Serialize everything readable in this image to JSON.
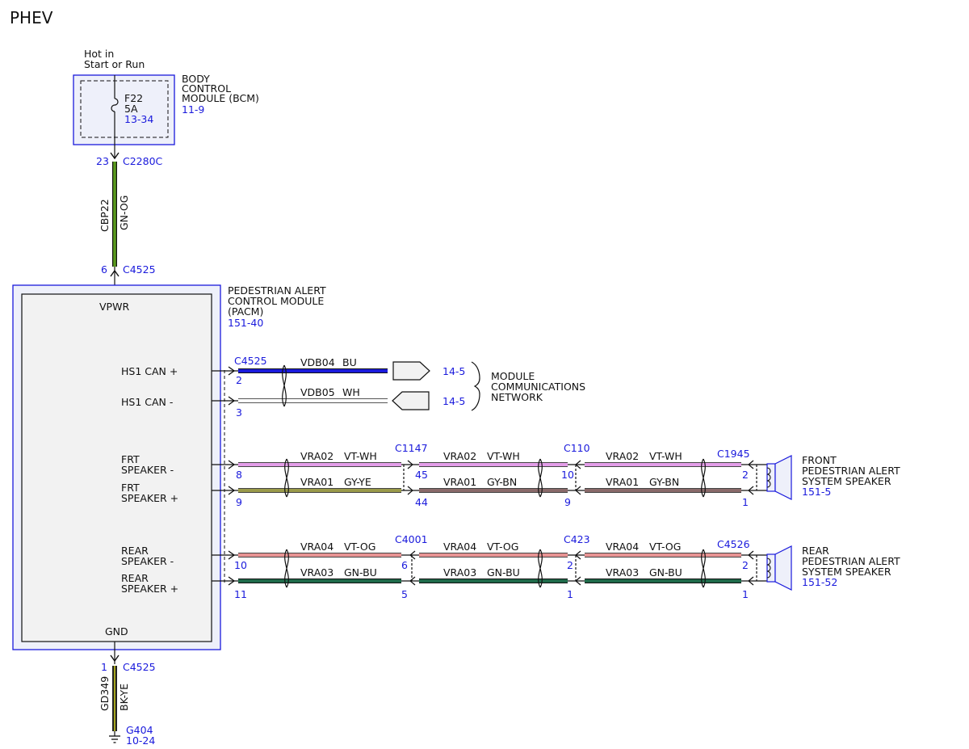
{
  "title": "PHEV",
  "bcm": {
    "power_line1": "Hot in",
    "power_line2": "Start or Run",
    "name_line1": "BODY",
    "name_line2": "CONTROL",
    "name_line3": "MODULE (BCM)",
    "ref": "11-9",
    "fuse_id": "F22",
    "fuse_rating": "5A",
    "fuse_ref": "13-34"
  },
  "power_wire": {
    "top_pin": "23",
    "top_connector": "C2280C",
    "circuit": "CBP22",
    "color": "GN-OG",
    "bottom_pin": "6",
    "bottom_connector": "C4525"
  },
  "pacm": {
    "name_line1": "PEDESTRIAN ALERT",
    "name_line2": "CONTROL MODULE",
    "name_line3": "(PACM)",
    "ref": "151-40",
    "vpwr": "VPWR",
    "gnd": "GND",
    "hs1_can_plus": "HS1 CAN +",
    "hs1_can_minus": "HS1 CAN -",
    "frt_spk_minus_1": "FRT",
    "frt_spk_minus_2": "SPEAKER -",
    "frt_spk_plus_1": "FRT",
    "frt_spk_plus_2": "SPEAKER +",
    "rear_spk_minus_1": "REAR",
    "rear_spk_minus_2": "SPEAKER -",
    "rear_spk_plus_1": "REAR",
    "rear_spk_plus_2": "SPEAKER +"
  },
  "can": {
    "connector": "C4525",
    "pin_plus": "2",
    "pin_minus": "3",
    "circuit_plus": "VDB04",
    "color_plus": "BU",
    "circuit_minus": "VDB05",
    "color_minus": "WH",
    "ref_plus": "14-5",
    "ref_minus": "14-5",
    "network_line1": "MODULE",
    "network_line2": "COMMUNICATIONS",
    "network_line3": "NETWORK"
  },
  "front": {
    "pin_minus_pacm": "8",
    "pin_plus_pacm": "9",
    "seg1_minus_circuit": "VRA02",
    "seg1_minus_color": "VT-WH",
    "seg1_plus_circuit": "VRA01",
    "seg1_plus_color": "GY-YE",
    "conn1": "C1147",
    "conn1_pin_minus": "45",
    "conn1_pin_plus": "44",
    "seg2_minus_circuit": "VRA02",
    "seg2_minus_color": "VT-WH",
    "seg2_plus_circuit": "VRA01",
    "seg2_plus_color": "GY-BN",
    "conn2": "C110",
    "conn2_pin_minus": "10",
    "conn2_pin_plus": "9",
    "seg3_minus_circuit": "VRA02",
    "seg3_minus_color": "VT-WH",
    "seg3_plus_circuit": "VRA01",
    "seg3_plus_color": "GY-BN",
    "conn3": "C1945",
    "conn3_pin_minus": "2",
    "conn3_pin_plus": "1",
    "speaker_line1": "FRONT",
    "speaker_line2": "PEDESTRIAN ALERT",
    "speaker_line3": "SYSTEM SPEAKER",
    "speaker_ref": "151-5"
  },
  "rear": {
    "pin_minus_pacm": "10",
    "pin_plus_pacm": "11",
    "seg1_minus_circuit": "VRA04",
    "seg1_minus_color": "VT-OG",
    "seg1_plus_circuit": "VRA03",
    "seg1_plus_color": "GN-BU",
    "conn1": "C4001",
    "conn1_pin_minus": "6",
    "conn1_pin_plus": "5",
    "seg2_minus_circuit": "VRA04",
    "seg2_minus_color": "VT-OG",
    "seg2_plus_circuit": "VRA03",
    "seg2_plus_color": "GN-BU",
    "conn2": "C423",
    "conn2_pin_minus": "2",
    "conn2_pin_plus": "1",
    "seg3_minus_circuit": "VRA04",
    "seg3_minus_color": "VT-OG",
    "seg3_plus_circuit": "VRA03",
    "seg3_plus_color": "GN-BU",
    "conn3": "C4526",
    "conn3_pin_minus": "2",
    "conn3_pin_plus": "1",
    "speaker_line1": "REAR",
    "speaker_line2": "PEDESTRIAN ALERT",
    "speaker_line3": "SYSTEM SPEAKER",
    "speaker_ref": "151-52"
  },
  "ground": {
    "pin": "1",
    "connector": "C4525",
    "circuit": "GD349",
    "color": "BK-YE",
    "ground_id": "G404",
    "ground_ref": "10-24"
  },
  "colors": {
    "ref_blue": "#1a1adc",
    "module_fill": "#f2f2f2",
    "module_outer_fill": "#eef0fa",
    "wire_bu": "#1a1adc",
    "wire_vt_wh": "#e39de8",
    "wire_vt_og": "#e89494",
    "wire_gy_ye": "#9a9a4a",
    "wire_gy_bn": "#8a6a6a",
    "wire_gn_bu": "#1f6a4a",
    "wire_gn_og": "#5a9a1e",
    "wire_bk_ye": "#222222"
  }
}
